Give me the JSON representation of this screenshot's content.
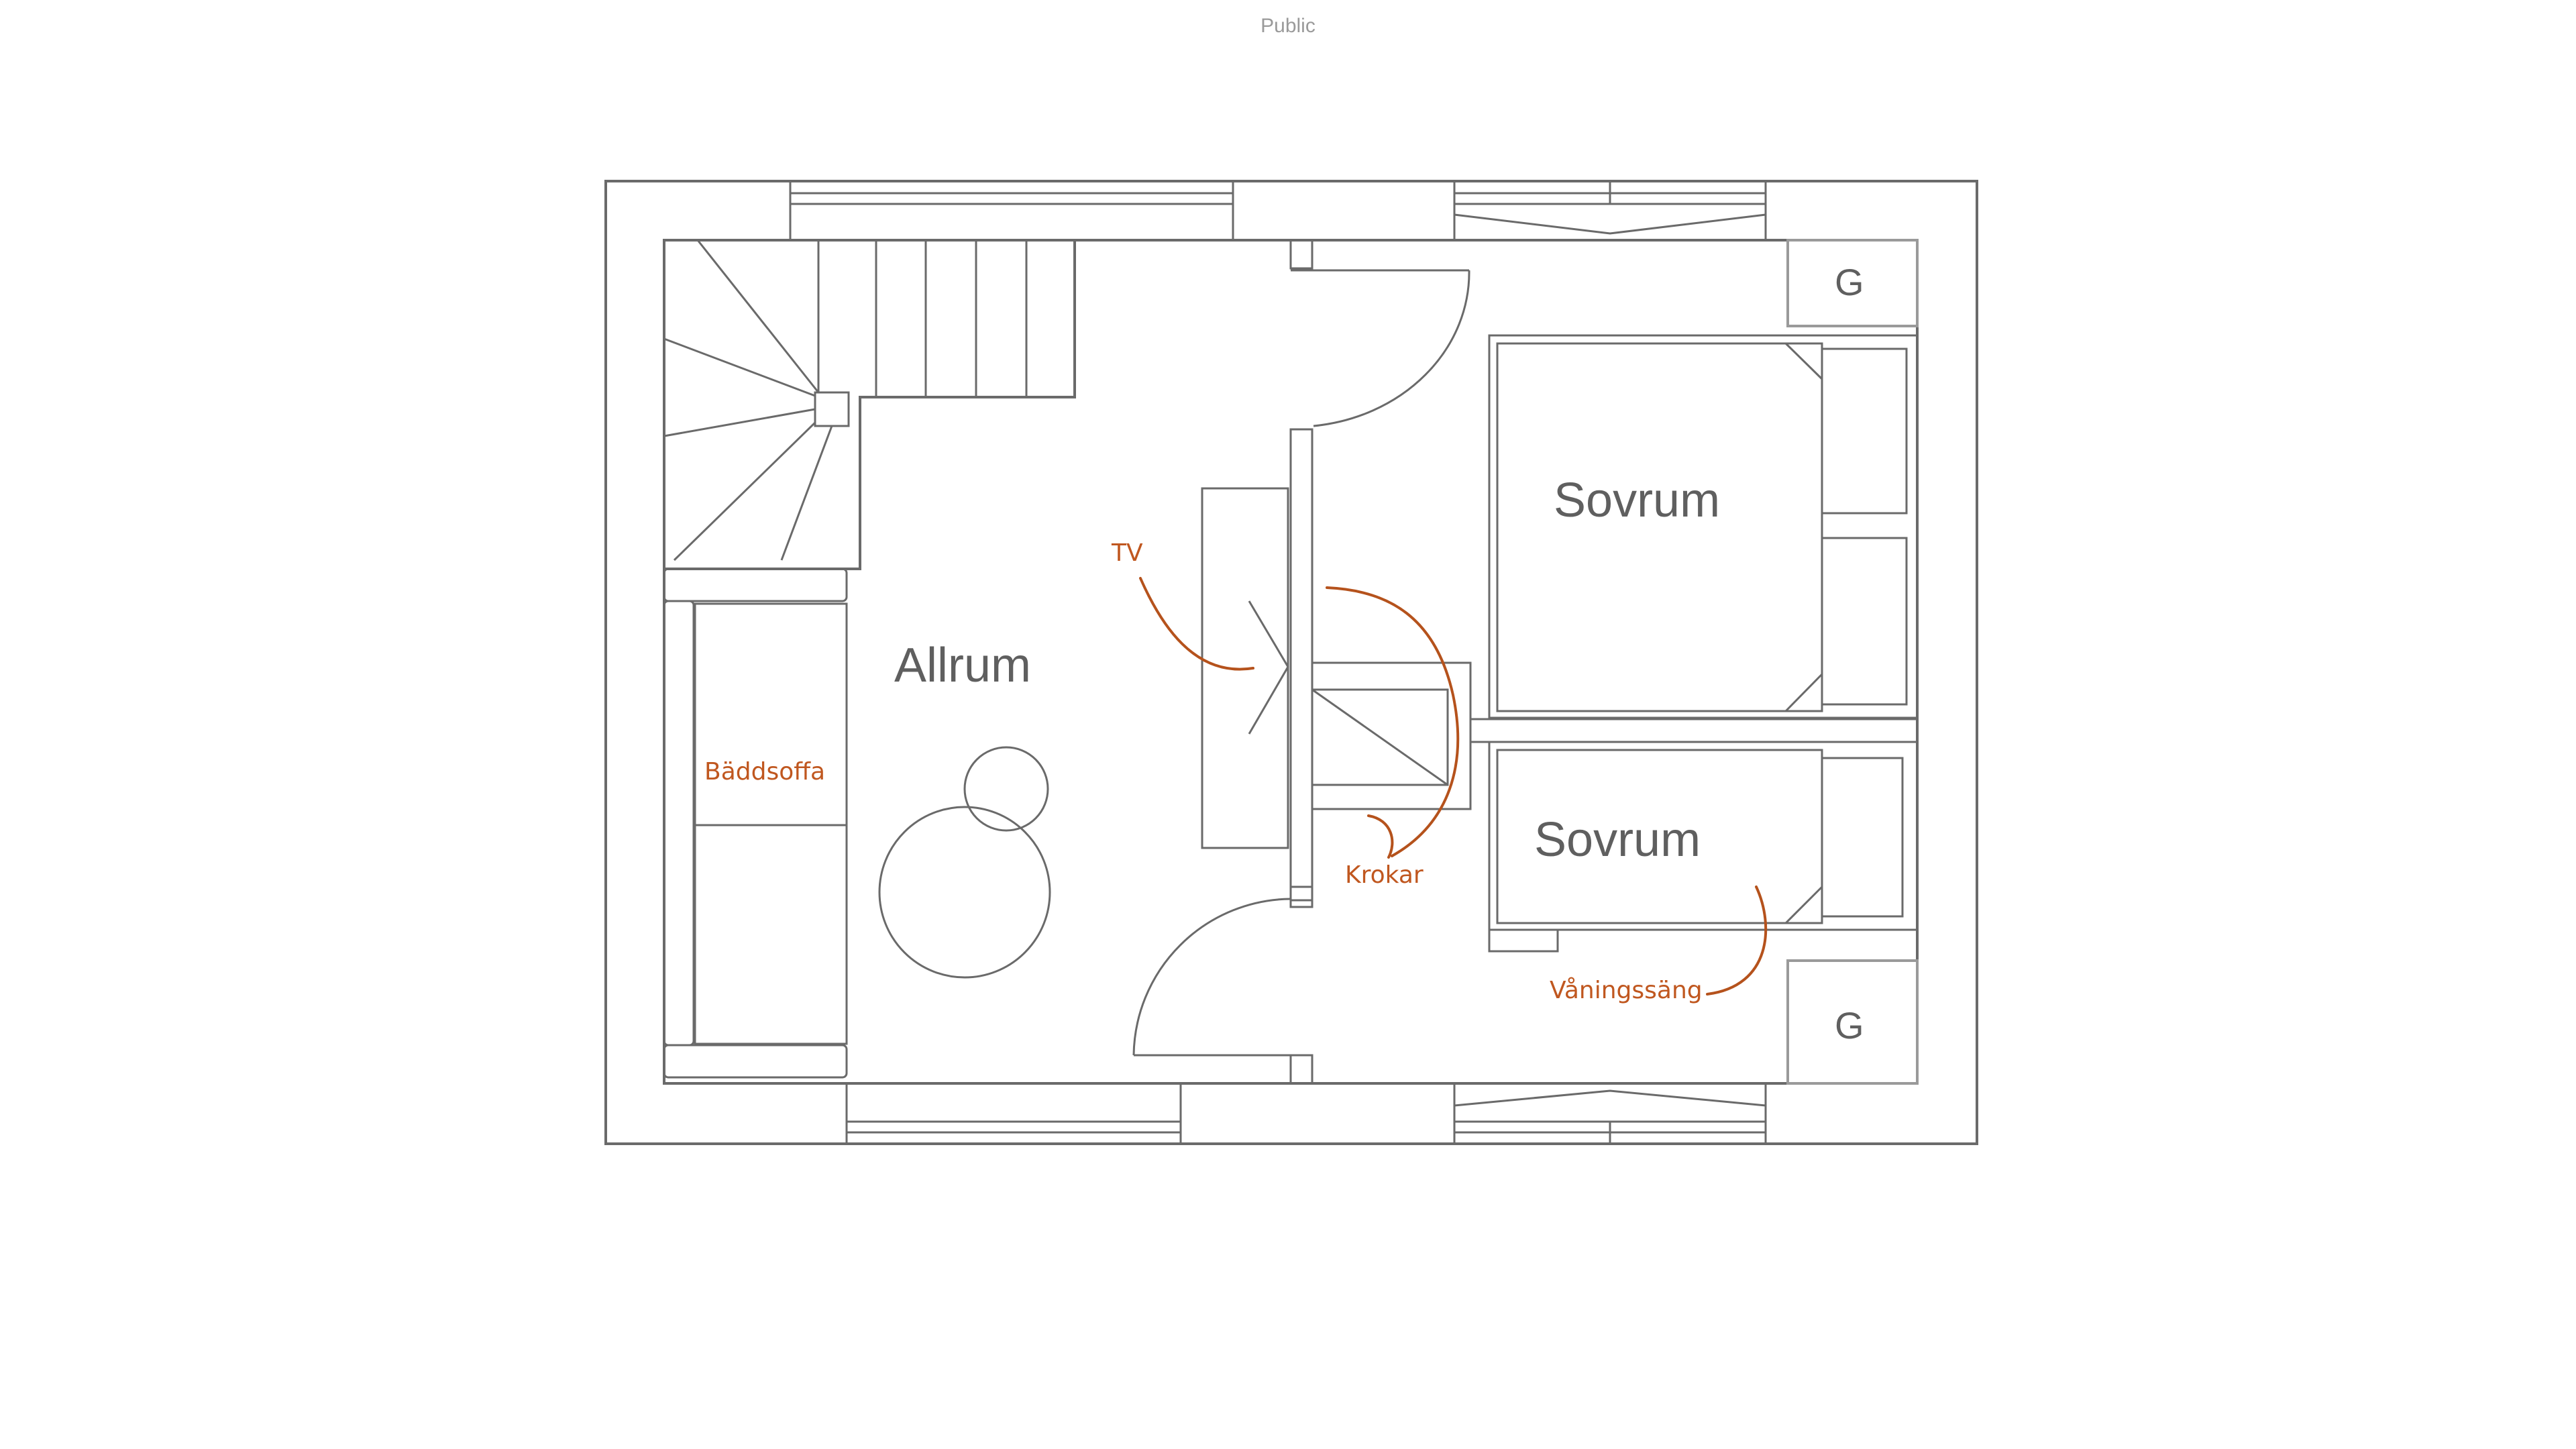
{
  "header": {
    "classification_label": "Public"
  },
  "floorplan": {
    "rooms": {
      "living_room": "Allrum",
      "bedroom_1": "Sovrum",
      "bedroom_2": "Sovrum"
    },
    "wardrobe_labels": {
      "top": "G",
      "bottom": "G"
    },
    "annotations": {
      "tv": "TV",
      "sofa_bed": "Bäddsoffa",
      "hooks": "Krokar",
      "bunk_bed": "Våningssäng"
    }
  },
  "colors": {
    "walls": "#6a6a6a",
    "annotation": "#c0571f",
    "classification_text": "#9a9a9a"
  }
}
